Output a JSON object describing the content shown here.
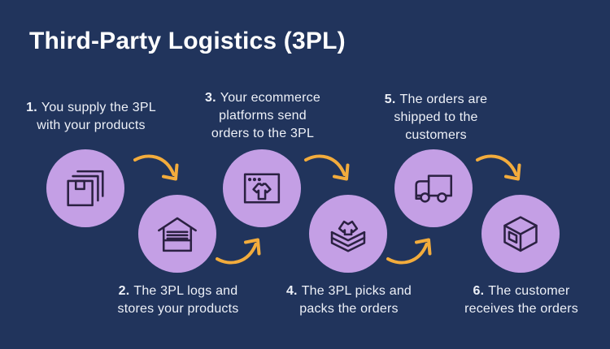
{
  "title": "Third-Party Logistics (3PL)",
  "colors": {
    "background": "#21345c",
    "circle": "#c49fe5",
    "arrow": "#f3ac3c",
    "icon_stroke": "#2b2142",
    "title_text": "#ffffff",
    "body_text": "#eef1f8"
  },
  "steps": [
    {
      "number": "1.",
      "lines": [
        "You supply the 3PL",
        "with your products"
      ],
      "icon": "stacked-boxes-icon"
    },
    {
      "number": "2.",
      "lines": [
        "The 3PL logs and",
        "stores your products"
      ],
      "icon": "warehouse-icon"
    },
    {
      "number": "3.",
      "lines": [
        "Your ecommerce",
        "platforms send",
        "orders to the 3PL"
      ],
      "icon": "ecommerce-browser-icon"
    },
    {
      "number": "4.",
      "lines": [
        "The 3PL picks and",
        "packs the orders"
      ],
      "icon": "open-box-packing-icon"
    },
    {
      "number": "5.",
      "lines": [
        "The orders are",
        "shipped to the",
        "customers"
      ],
      "icon": "delivery-truck-icon"
    },
    {
      "number": "6.",
      "lines": [
        "The customer",
        "receives the orders"
      ],
      "icon": "sealed-box-icon"
    }
  ],
  "arrows": [
    {
      "from": 1,
      "to": 2,
      "direction": "down-right"
    },
    {
      "from": 2,
      "to": 3,
      "direction": "up-right"
    },
    {
      "from": 3,
      "to": 4,
      "direction": "down-right"
    },
    {
      "from": 4,
      "to": 5,
      "direction": "up-right"
    },
    {
      "from": 5,
      "to": 6,
      "direction": "down-right"
    }
  ]
}
